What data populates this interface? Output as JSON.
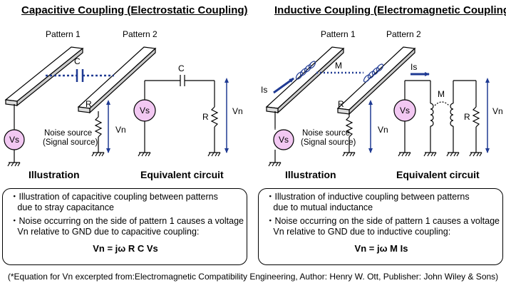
{
  "left": {
    "title": "Capacitive Coupling (Electrostatic Coupling)",
    "pattern1": "Pattern 1",
    "pattern2": "Pattern 2",
    "cap_label": "C",
    "source_label": "Vs",
    "noise_line1": "Noise source",
    "noise_line2": "(Signal source)",
    "r_label": "R",
    "vn_label": "Vn",
    "illustration": "Illustration",
    "equivalent": "Equivalent circuit",
    "eq_c_label": "C",
    "eq_vs": "Vs",
    "eq_r": "R",
    "eq_vn": "Vn",
    "box_bullet1": "・Illustration of capacitive coupling between patterns\n   due to stray capacitance",
    "box_bullet2": "・Noise occurring on the side of pattern 1 causes a voltage\n   Vn relative to GND due to capacitive coupling:",
    "equation": "Vn = jω R C Vs"
  },
  "right": {
    "title": "Inductive Coupling (Electromagnetic Coupling)",
    "pattern1": "Pattern 1",
    "pattern2": "Pattern 2",
    "m_label": "M",
    "is_label": "Is",
    "source_label": "Vs",
    "noise_line1": "Noise source",
    "noise_line2": "(Signal source)",
    "r_label": "R",
    "vn_label": "Vn",
    "illustration": "Illustration",
    "equivalent": "Equivalent circuit",
    "eq_is": "Is",
    "eq_m": "M",
    "eq_vs": "Vs",
    "eq_r": "R",
    "eq_vn": "Vn",
    "box_bullet1": "・Illustration of inductive coupling between patterns\n   due to mutual inductance",
    "box_bullet2": "・Noise occurring on the side of pattern 1 causes a voltage\n   Vn relative to GND due to inductive coupling:",
    "equation": "Vn = jω M Is"
  },
  "footnote": "(*Equation for Vn excerpted from:Electromagnetic Compatibility Engineering, Author: Henry W. Ott, Publisher: John Wiley & Sons)",
  "colors": {
    "arrow": "#1f3a93",
    "source_fill": "#f2c8f2",
    "line": "#000000"
  }
}
